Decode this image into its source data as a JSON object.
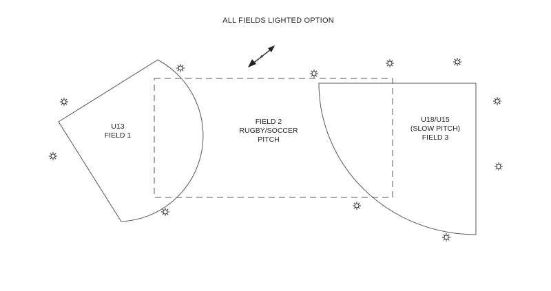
{
  "title": "ALL FIELDS LIGHTED OPTION",
  "fields": [
    {
      "id": "field-1",
      "lines": [
        "U13",
        "FIELD 1"
      ]
    },
    {
      "id": "field-2",
      "lines": [
        "FIELD 2",
        "RUGBY/SOCCER",
        "PITCH"
      ]
    },
    {
      "id": "field-3",
      "lines": [
        "U18/U15",
        "(SLOW PITCH)",
        "FIELD 3"
      ]
    }
  ],
  "icons": {
    "light": "floodlight-icon",
    "north": "north-arrow-icon"
  }
}
